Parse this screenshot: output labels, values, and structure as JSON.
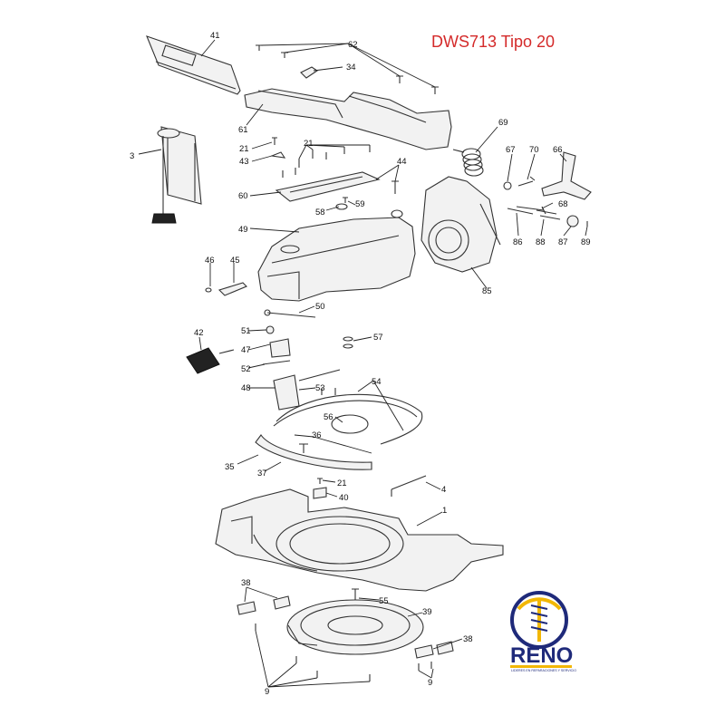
{
  "title": "DWS713 Tipo 20",
  "logo": {
    "name": "RENO",
    "tagline": "LIDERES EN REPARACIONES Y SERVICIO",
    "colors": {
      "navy": "#1f2a7a",
      "gold": "#f2b705"
    }
  },
  "callouts": [
    "41",
    "62",
    "34",
    "61",
    "3",
    "21",
    "21",
    "43",
    "69",
    "67",
    "70",
    "66",
    "44",
    "60",
    "58",
    "59",
    "68",
    "49",
    "86",
    "88",
    "87",
    "89",
    "85",
    "46",
    "45",
    "50",
    "51",
    "42",
    "47",
    "57",
    "52",
    "54",
    "48",
    "53",
    "56",
    "36",
    "35",
    "37",
    "21",
    "40",
    "4",
    "1",
    "38",
    "55",
    "39",
    "38",
    "9",
    "9"
  ]
}
